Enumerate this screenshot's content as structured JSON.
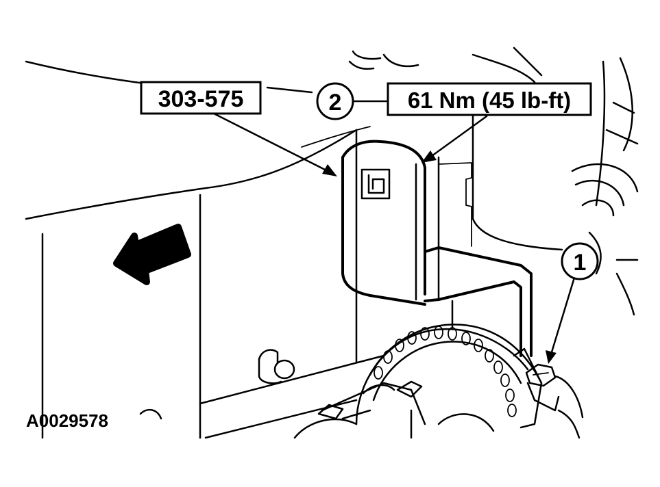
{
  "figure_id": "A0029578",
  "callouts": {
    "tool_number": "303-575",
    "torque_spec": "61 Nm (45 lb-ft)",
    "item_2": "2",
    "item_1": "1"
  },
  "icons": {
    "direction_arrow": "direction-arrow-icon"
  }
}
